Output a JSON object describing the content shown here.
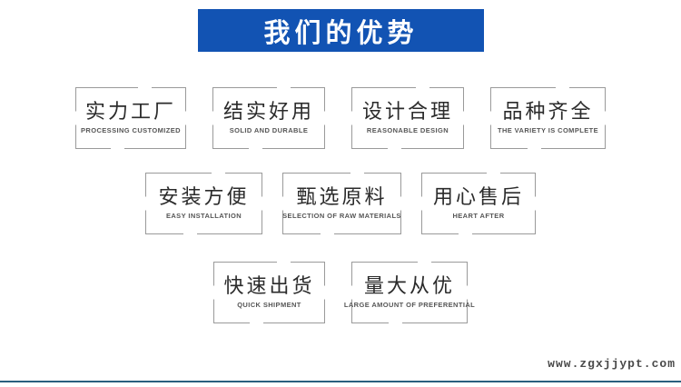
{
  "theme": {
    "banner_bg": "#1253b3",
    "banner_text": "#ffffff",
    "border_color": "#9a9a9a",
    "line_color": "#2a5f7e"
  },
  "header": {
    "title": "我们的优势"
  },
  "advantages": [
    {
      "title": "实力工厂",
      "subtitle": "PROCESSING CUSTOMIZED"
    },
    {
      "title": "结实好用",
      "subtitle": "SOLID AND DURABLE"
    },
    {
      "title": "设计合理",
      "subtitle": "REASONABLE DESIGN"
    },
    {
      "title": "品种齐全",
      "subtitle": "THE VARIETY IS COMPLETE"
    },
    {
      "title": "安装方便",
      "subtitle": "EASY INSTALLATION"
    },
    {
      "title": "甄选原料",
      "subtitle": "SELECTION OF RAW MATERIALS"
    },
    {
      "title": "用心售后",
      "subtitle": "HEART AFTER"
    },
    {
      "title": "快速出货",
      "subtitle": "QUICK SHIPMENT"
    },
    {
      "title": "量大从优",
      "subtitle": "LARGE AMOUNT OF PREFERENTIAL"
    }
  ],
  "footer": {
    "website": "www.zgxjjypt.com"
  }
}
